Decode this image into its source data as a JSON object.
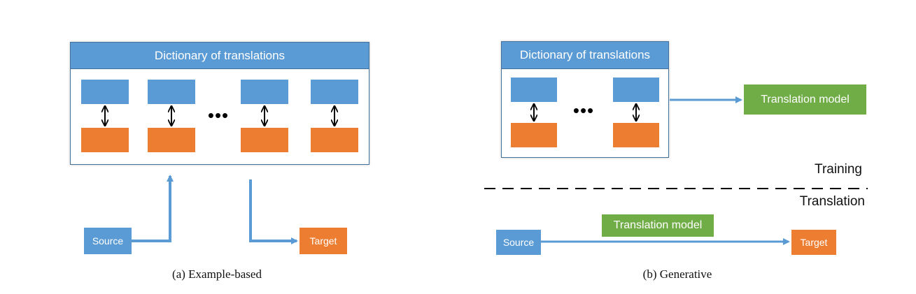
{
  "colors": {
    "source_box": "#5b9bd5",
    "target_box": "#ed7d31",
    "model_box": "#70ad47",
    "arrow": "#5b9bd5"
  },
  "diagram_a": {
    "panel_title": "Dictionary of translations",
    "ellipsis": "•••",
    "source_label": "Source",
    "target_label": "Target",
    "caption": "(a) Example-based"
  },
  "diagram_b": {
    "panel_title": "Dictionary of translations",
    "ellipsis": "•••",
    "training_model_label": "Translation model",
    "training_phase": "Training",
    "translation_phase": "Translation",
    "translation_model_label": "Translation model",
    "source_label": "Source",
    "target_label": "Target",
    "caption": "(b) Generative"
  }
}
